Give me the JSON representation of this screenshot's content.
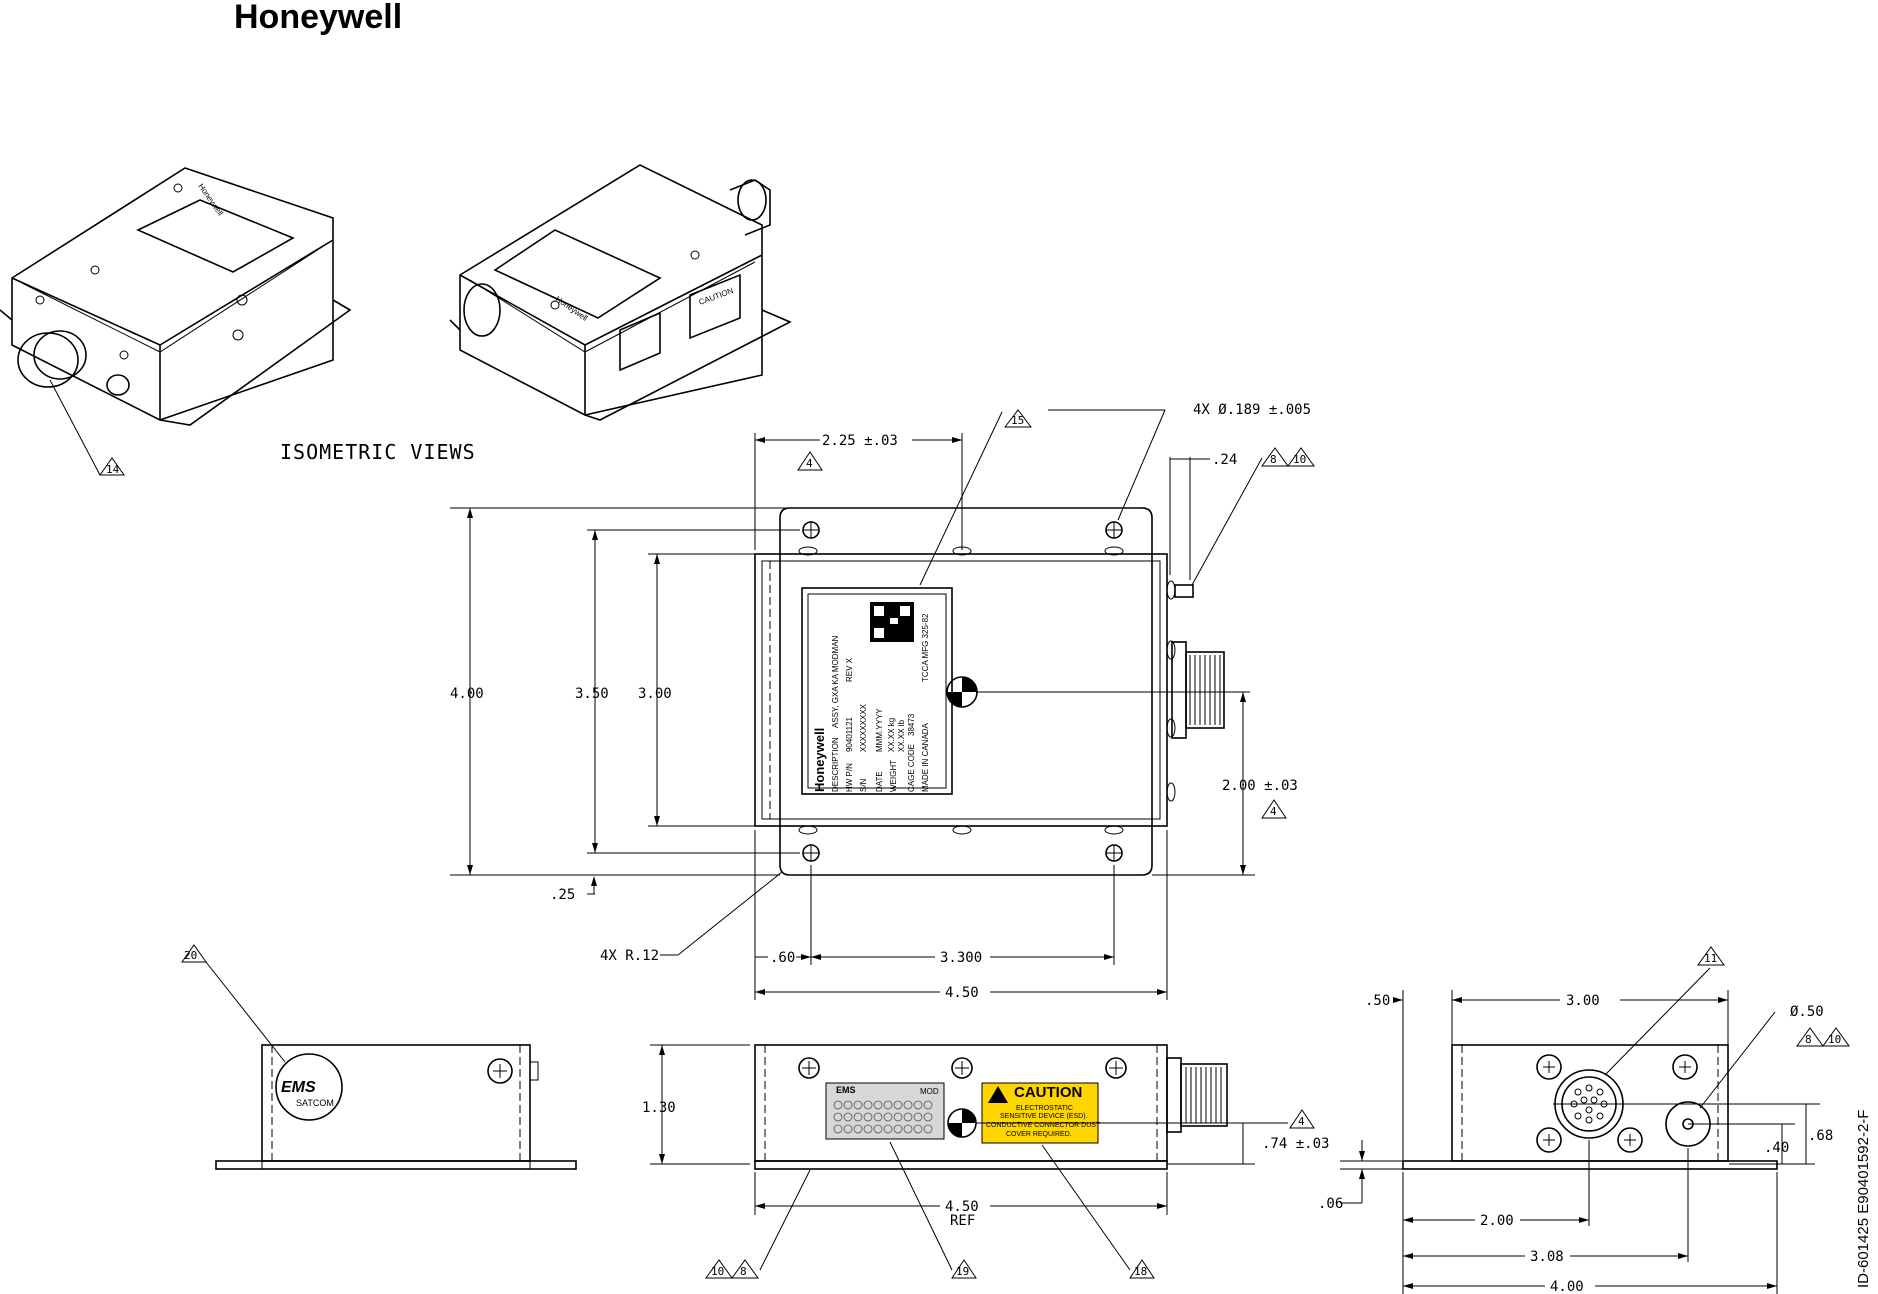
{
  "header": {
    "logo_text": "Honeywell"
  },
  "iso": {
    "caption": "ISOMETRIC VIEWS",
    "caution_text": "CAUTION",
    "logo_text": "Honeywell"
  },
  "top_view": {
    "dims": {
      "w_225": "2.25 ±.03",
      "hole": "4X  Ø.189 ±.005",
      "d024": ".24",
      "h400": "4.00",
      "h350": "3.50",
      "h300": "3.00",
      "d200": "2.00 ±.03",
      "d025": ".25",
      "radius": "4X R.12",
      "d060": ".60",
      "d3300": "3.300",
      "w450": "4.50"
    },
    "label": {
      "logo": "Honeywell",
      "description_key": "DESCRIPTION",
      "description_val": "ASSY, GXA KA MODMAN",
      "pn_key": "HW P/N",
      "pn_val": "90401121",
      "rev": "REV X",
      "sn_key": "S/N",
      "sn_val": "XXXXXXXXX",
      "date_key": "DATE",
      "date_val": "MMM.YYYY",
      "weight_key": "WEIGHT",
      "weight_kg": "XX.XX  kg",
      "weight_lb": "XX.XX  lb",
      "cage_key": "CAGE CODE",
      "cage_val": "38473",
      "made": "MADE IN CANADA",
      "tcca": "TCCA MFG 325-82"
    }
  },
  "side_view": {
    "dims": {
      "h130": "1.30",
      "d074": ".74 ±.03",
      "w450": "4.50",
      "ref": "REF"
    },
    "caution": {
      "title": "CAUTION",
      "line1": "ELECTROSTATIC",
      "line2": "SENSITIVE DEVICE (ESD).",
      "line3": "CONDUCTIVE CONNECTOR DUST",
      "line4": "COVER REQUIRED."
    },
    "nameplate": {
      "brand": "EMS",
      "mod": "MOD"
    }
  },
  "left_end_view": {
    "logo_big": "EMS",
    "logo_small": "SATCOM"
  },
  "right_end_view": {
    "dims": {
      "d050": ".50",
      "d300": "3.00",
      "dia": "Ø.50",
      "d068": ".68",
      "d040": ".40",
      "d006": ".06",
      "d200": "2.00",
      "d308": "3.08",
      "d400": "4.00"
    }
  },
  "callouts": {
    "c14": "14",
    "c15": "15",
    "c8": "8",
    "c10": "10",
    "c4": "4",
    "c20": "20",
    "c19": "19",
    "c18": "18",
    "c11": "11"
  },
  "figure_id": "ID-601425   E90401592-2-F"
}
